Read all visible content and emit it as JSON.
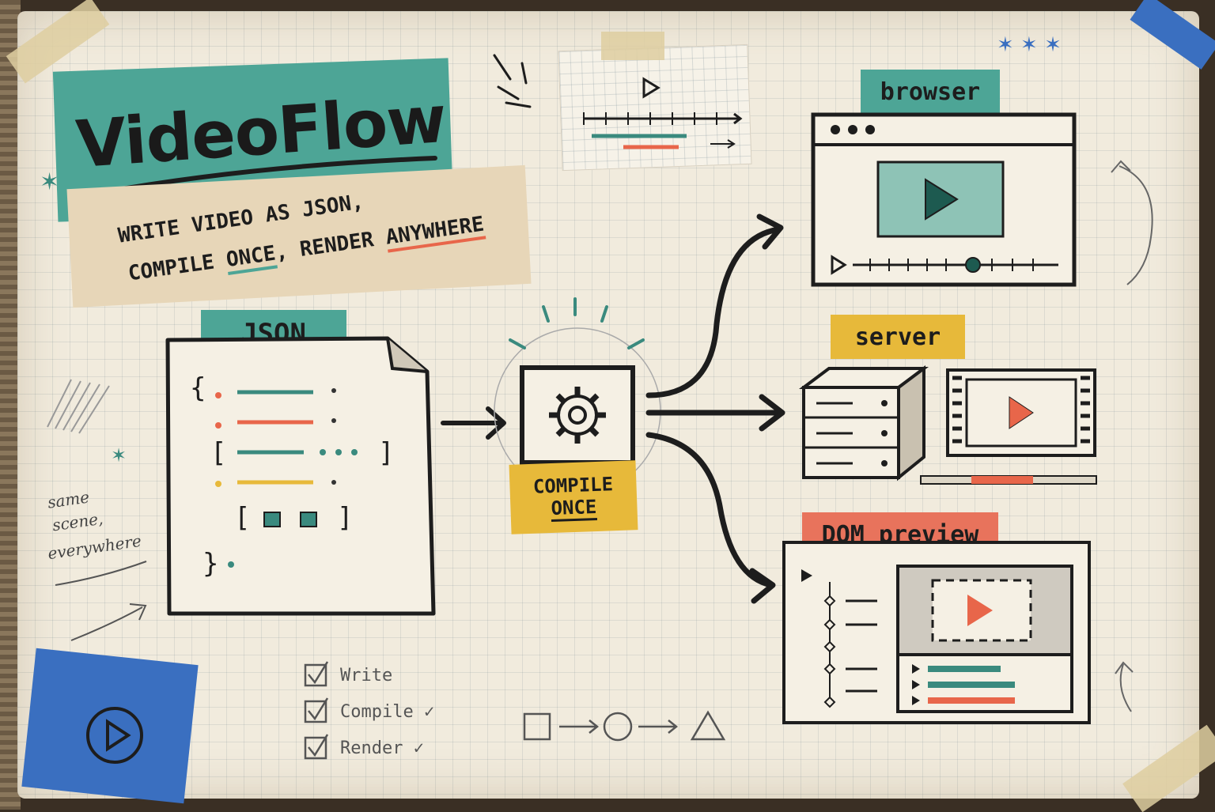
{
  "title": "VideoFlow",
  "tagline": {
    "line1": "WRITE VIDEO AS JSON,",
    "line2_a": "COMPILE",
    "line2_b": "ONCE",
    "line2_c": ", RENDER",
    "line2_d": "ANYWHERE"
  },
  "nodes": {
    "json": "JSON",
    "compile_line1": "COMPILE",
    "compile_line2": "ONCE",
    "browser": "browser",
    "server": "server",
    "dom_preview": "DOM preview"
  },
  "side_note": [
    "same",
    "scene,",
    "everywhere"
  ],
  "checklist": [
    "Write",
    "Compile ✓",
    "Render ✓"
  ],
  "colors": {
    "teal": "#4da596",
    "orange": "#e8664a",
    "yellow": "#e7b93a",
    "salmon": "#e8735c",
    "blue_tape": "#3a6fc0",
    "ink": "#1d1d1d",
    "paper": "#f1ebdd"
  },
  "icons": [
    "gear-icon",
    "play-icon",
    "server-icon",
    "film-icon",
    "check-icon",
    "star-icon"
  ]
}
